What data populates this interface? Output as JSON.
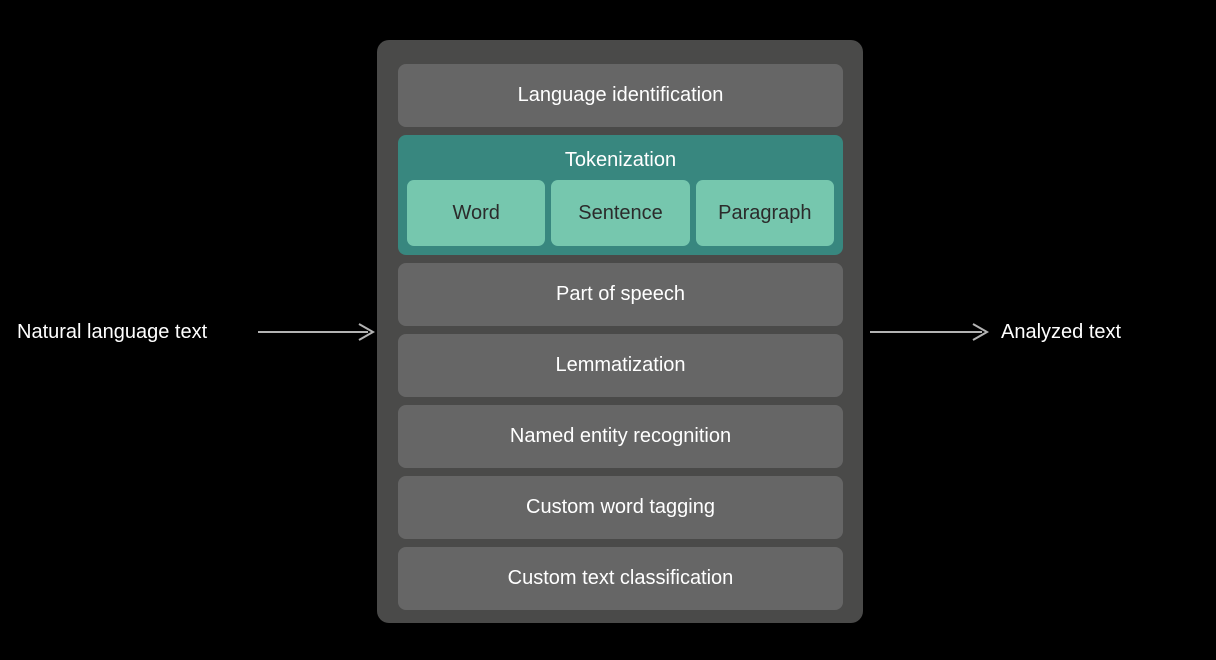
{
  "colors": {
    "background": "#000000",
    "container": "#4a4a49",
    "stage_box": "#666666",
    "tokenization": "#38877f",
    "tokenization_sub": "#76c7ae",
    "text_light": "#ffffff",
    "text_dark": "#2b2b2b",
    "arrow": "#b3b3b3"
  },
  "flow": {
    "input_label": "Natural language text",
    "output_label": "Analyzed text",
    "input_arrow": "arrow-right-icon",
    "output_arrow": "arrow-right-icon"
  },
  "pipeline": {
    "stages": [
      {
        "label": "Language identification",
        "type": "plain"
      },
      {
        "label": "Tokenization",
        "type": "group",
        "children": [
          {
            "label": "Word"
          },
          {
            "label": "Sentence"
          },
          {
            "label": "Paragraph"
          }
        ]
      },
      {
        "label": "Part of speech",
        "type": "plain"
      },
      {
        "label": "Lemmatization",
        "type": "plain"
      },
      {
        "label": "Named entity recognition",
        "type": "plain"
      },
      {
        "label": "Custom word tagging",
        "type": "plain"
      },
      {
        "label": "Custom text classification",
        "type": "plain"
      }
    ]
  }
}
